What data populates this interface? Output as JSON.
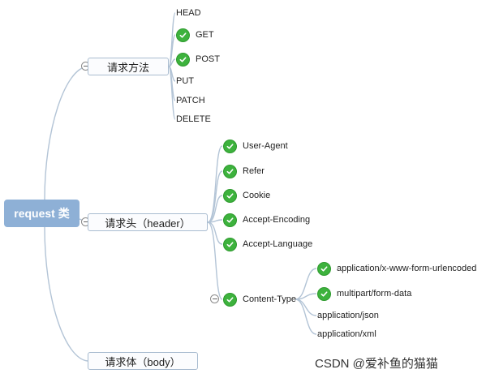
{
  "root": {
    "label": "request 类"
  },
  "branches": {
    "method": {
      "label": "请求方法",
      "items": [
        {
          "label": "HEAD",
          "checked": false
        },
        {
          "label": "GET",
          "checked": true
        },
        {
          "label": "POST",
          "checked": true
        },
        {
          "label": "PUT",
          "checked": false
        },
        {
          "label": "PATCH",
          "checked": false
        },
        {
          "label": "DELETE",
          "checked": false
        }
      ]
    },
    "header": {
      "label": "请求头（header）",
      "items": [
        {
          "label": "User-Agent",
          "checked": true
        },
        {
          "label": "Refer",
          "checked": true
        },
        {
          "label": "Cookie",
          "checked": true
        },
        {
          "label": "Accept-Encoding",
          "checked": true
        },
        {
          "label": "Accept-Language",
          "checked": true
        },
        {
          "label": "Content-Type",
          "checked": true
        }
      ],
      "content_type_items": [
        {
          "label": "application/x-www-form-urlencoded",
          "checked": true
        },
        {
          "label": "multipart/form-data",
          "checked": true
        },
        {
          "label": "application/json",
          "checked": false
        },
        {
          "label": "application/xml",
          "checked": false
        }
      ]
    },
    "body": {
      "label": "请求体（body）"
    }
  },
  "watermark": "CSDN @爱补鱼的猫猫",
  "colors": {
    "root": "#8eb0d6",
    "check": "#3db23d",
    "connector": "#b3c4d6"
  }
}
